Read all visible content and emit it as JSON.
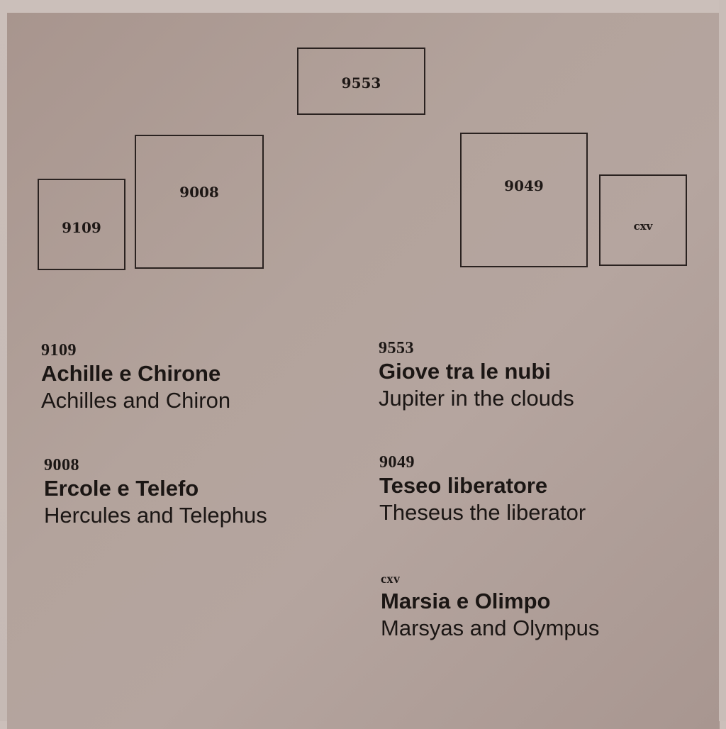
{
  "layout_diagram": {
    "boxes": [
      {
        "id": "9553",
        "label": "9553"
      },
      {
        "id": "9109",
        "label": "9109"
      },
      {
        "id": "9008",
        "label": "9008"
      },
      {
        "id": "9049",
        "label": "9049"
      },
      {
        "id": "cxv",
        "label": "cxv"
      }
    ]
  },
  "entries": [
    {
      "inventory": "9109",
      "title_it": "Achille e Chirone",
      "title_en": "Achilles and Chiron"
    },
    {
      "inventory": "9008",
      "title_it": "Ercole e Telefo",
      "title_en": "Hercules and Telephus"
    },
    {
      "inventory": "9553",
      "title_it": "Giove tra le nubi",
      "title_en": "Jupiter in the clouds"
    },
    {
      "inventory": "9049",
      "title_it": "Teseo liberatore",
      "title_en": "Theseus the liberator"
    },
    {
      "inventory": "cxv",
      "title_it": "Marsia e Olimpo",
      "title_en": "Marsyas and Olympus"
    }
  ],
  "colors": {
    "panel": "#b1a09a",
    "ink": "#1b1614",
    "wall": "#c9bdb8"
  }
}
